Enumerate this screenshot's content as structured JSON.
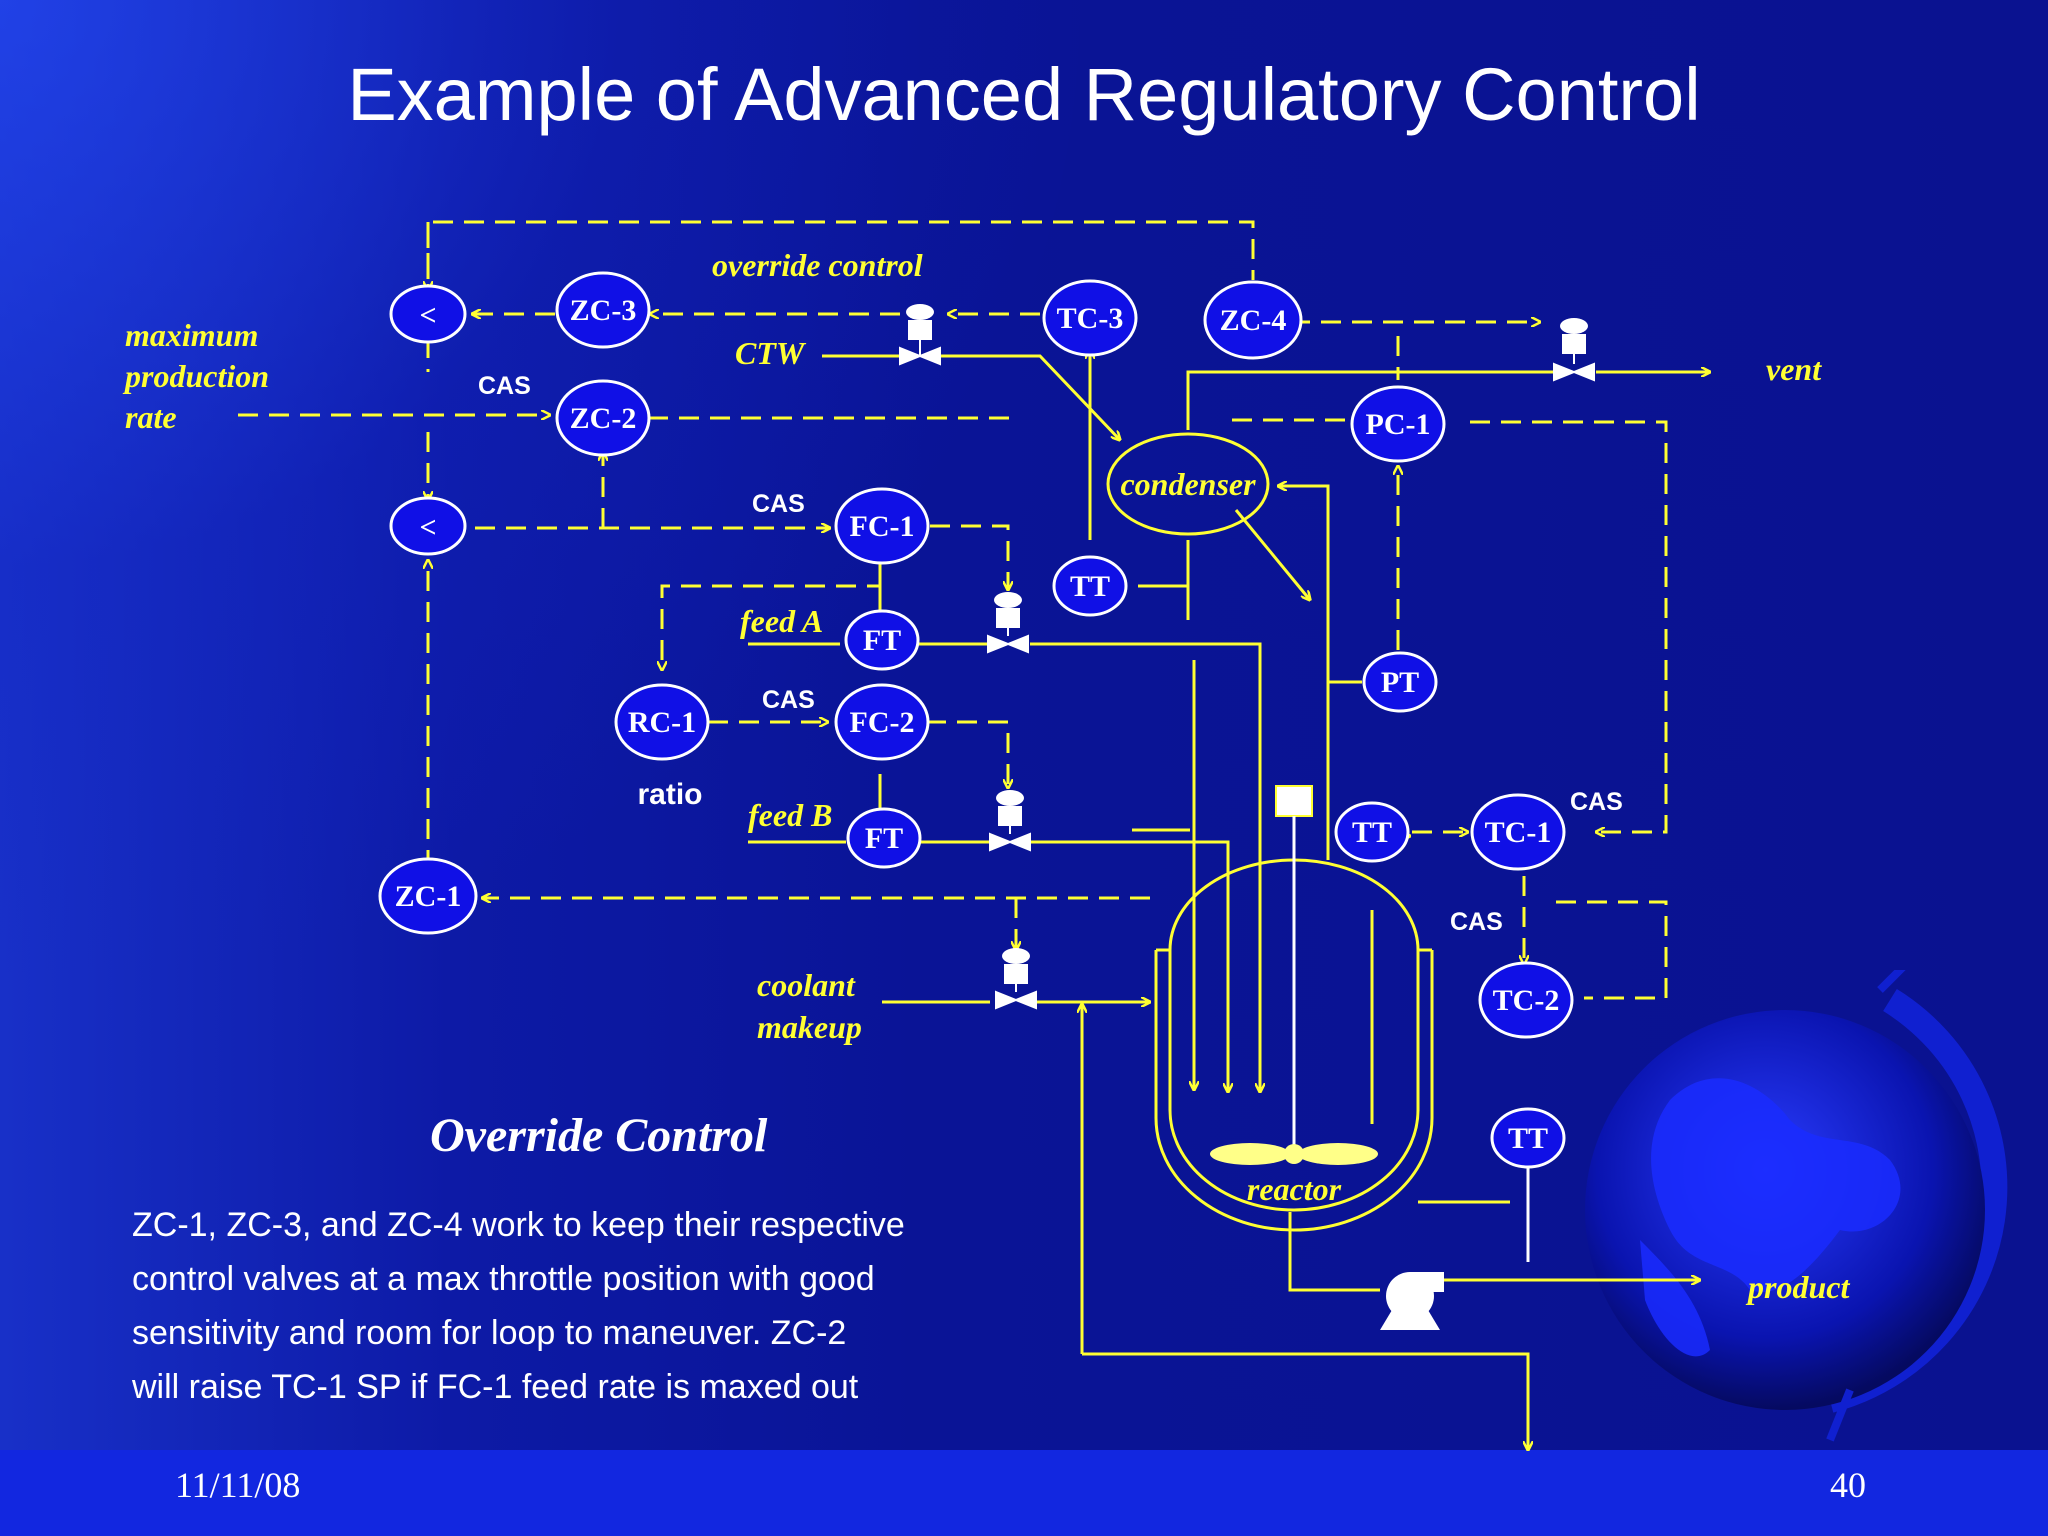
{
  "slide": {
    "title": "Example of Advanced Regulatory Control",
    "subtitle": "Override Control",
    "body_lines": [
      "ZC-1, ZC-3, and ZC-4 work to keep their respective",
      "control valves at a max throttle position with good",
      "sensitivity and room for loop to maneuver. ZC-2",
      "will raise TC-1 SP if FC-1 feed rate is maxed out"
    ],
    "date": "11/11/08",
    "page_number": "40"
  },
  "diagram": {
    "controllers": {
      "sel1": "<",
      "sel2": "<",
      "zc3": "ZC-3",
      "zc2": "ZC-2",
      "zc1": "ZC-1",
      "zc4": "ZC-4",
      "tc3": "TC-3",
      "fc1": "FC-1",
      "fc2": "FC-2",
      "rc1": "RC-1",
      "ftA": "FT",
      "ftB": "FT",
      "tt_cond": "TT",
      "pc1": "PC-1",
      "pt": "PT",
      "tt_reac": "TT",
      "tc1": "TC-1",
      "tc2": "TC-2",
      "tt_bot": "TT"
    },
    "labels": {
      "max_line1": "maximum",
      "max_line2": "production",
      "max_line3": "rate",
      "override_control": "override control",
      "ctw": "CTW",
      "vent": "vent",
      "condenser": "condenser",
      "feed_a": "feed A",
      "feed_b": "feed B",
      "ratio": "ratio",
      "coolant_line1": "coolant",
      "coolant_line2": "makeup",
      "reactor": "reactor",
      "product": "product",
      "cas_zc2": "CAS",
      "cas_fc1": "CAS",
      "cas_fc2": "CAS",
      "cas_tc1": "CAS",
      "cas_tc2": "CAS"
    },
    "colors": {
      "signal_line": "#ffff33",
      "bubble_fill": "#1010e6",
      "background": "#0a1496"
    },
    "icons": [
      "globe-icon",
      "control-valve-icon",
      "pump-icon",
      "agitator-icon"
    ]
  }
}
